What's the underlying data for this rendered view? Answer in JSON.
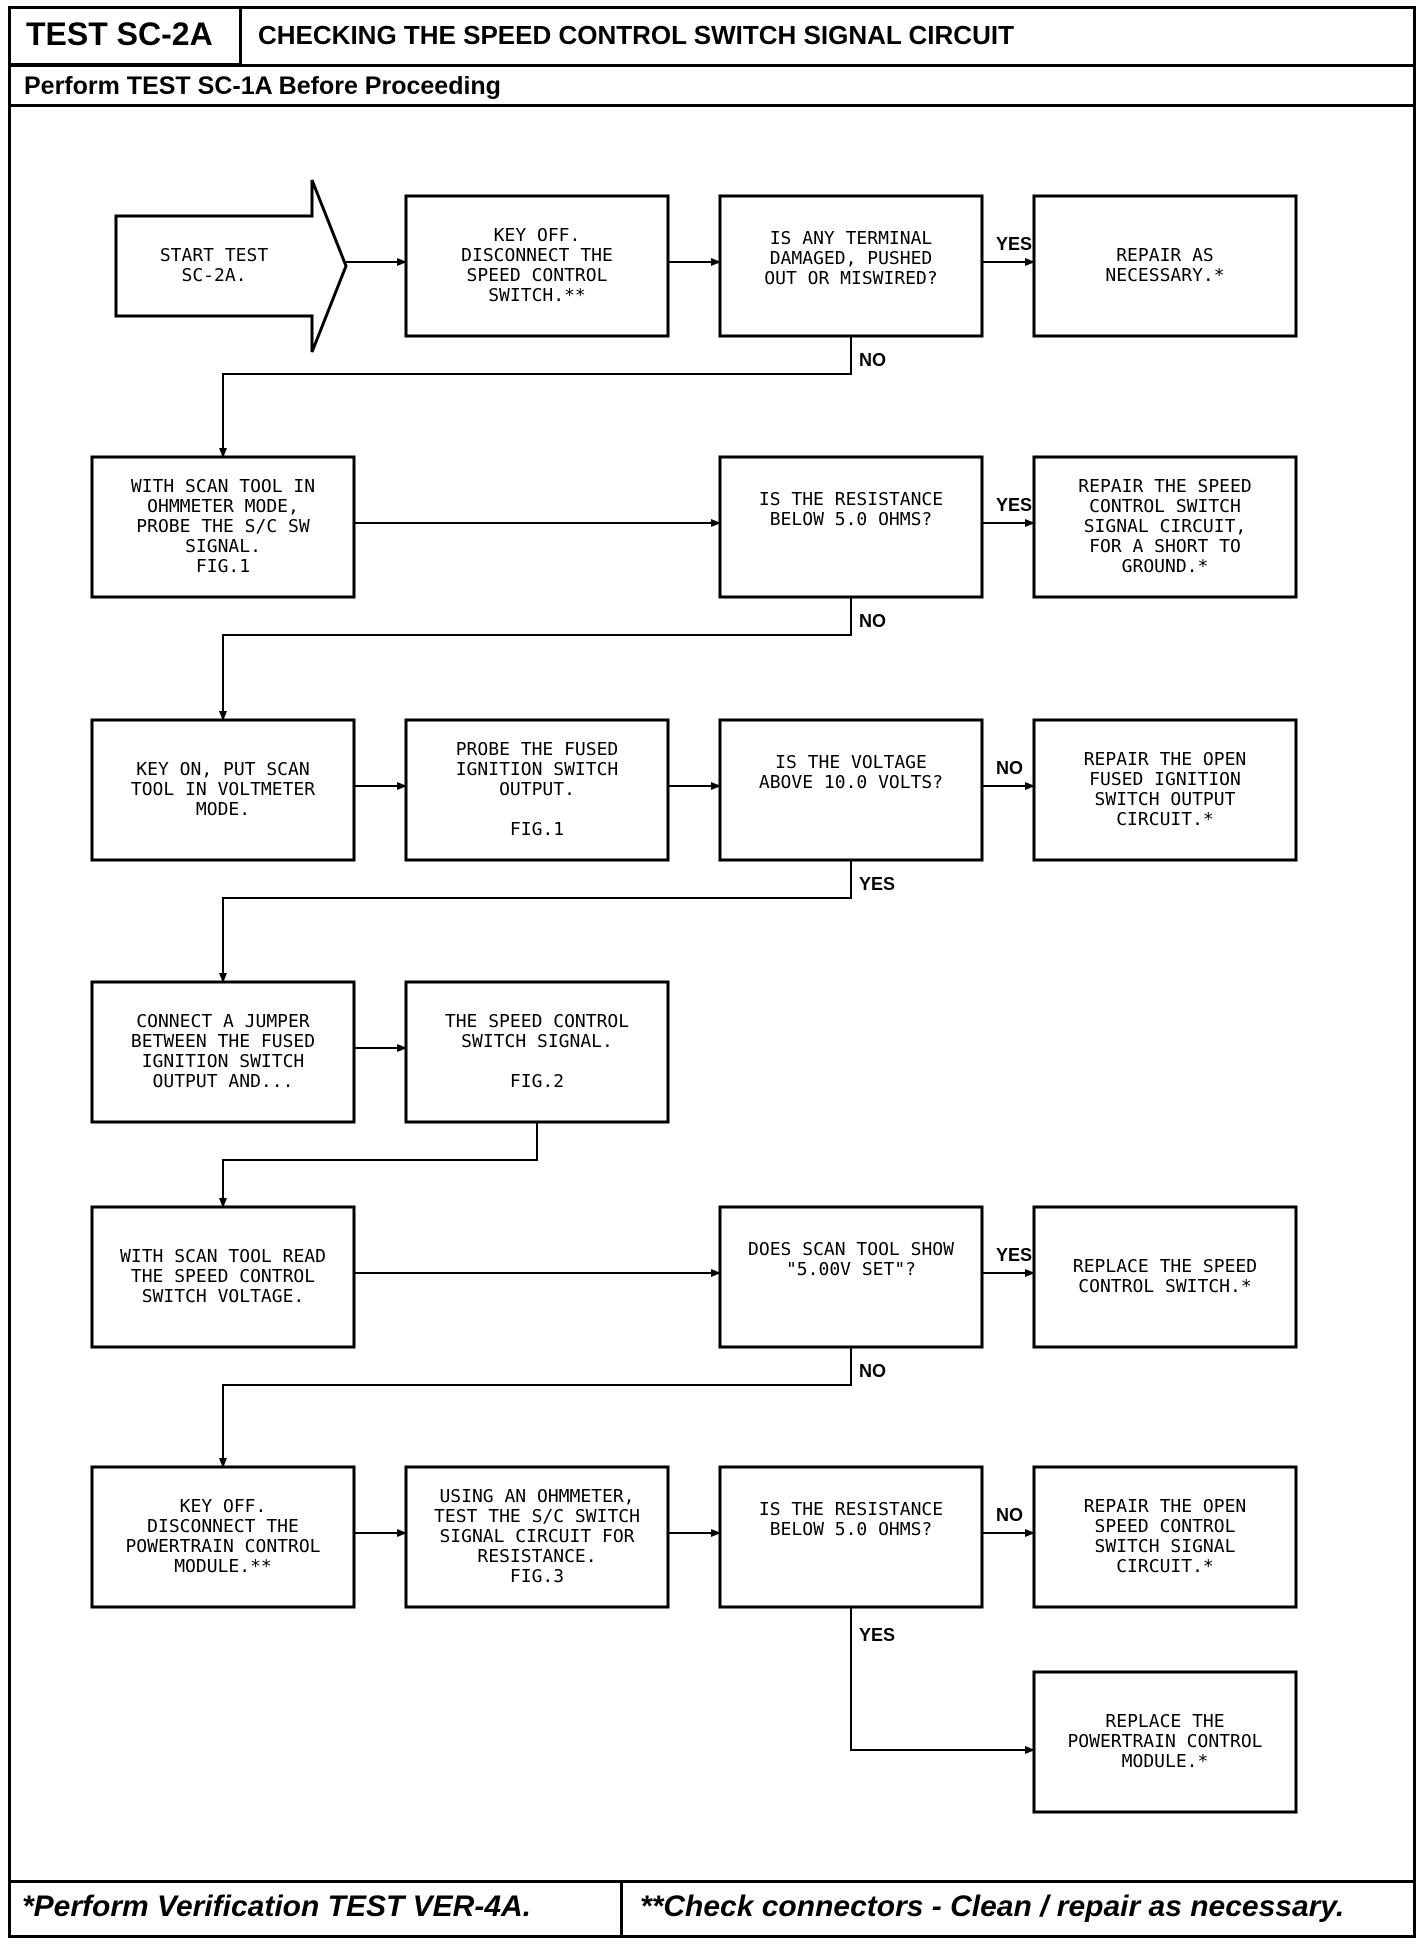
{
  "header": {
    "test_id": "TEST SC-2A",
    "title": "CHECKING THE SPEED CONTROL SWITCH SIGNAL CIRCUIT",
    "subtitle": "Perform TEST SC-1A Before Proceeding"
  },
  "footer": {
    "left_note": "*Perform Verification TEST VER-4A.",
    "right_note": "**Check connectors - Clean / repair as necessary."
  },
  "nodes": [
    {
      "id": "start",
      "shape": "arrow",
      "lines": [
        "START TEST",
        "SC-2A."
      ]
    },
    {
      "id": "key-off-1",
      "shape": "box",
      "lines": [
        "KEY OFF.",
        "DISCONNECT THE",
        "SPEED CONTROL",
        "SWITCH.**"
      ]
    },
    {
      "id": "q-terminal",
      "shape": "box",
      "lines": [
        "IS ANY TERMINAL",
        "DAMAGED, PUSHED",
        "OUT OR MISWIRED?"
      ]
    },
    {
      "id": "repair-as-necessary",
      "shape": "box",
      "lines": [
        "REPAIR AS",
        "NECESSARY.*"
      ]
    },
    {
      "id": "scan-ohm",
      "shape": "box",
      "lines": [
        "WITH SCAN TOOL IN",
        "OHMMETER MODE,",
        "PROBE THE S/C SW",
        "SIGNAL.",
        "FIG.1"
      ]
    },
    {
      "id": "q-resistance-1",
      "shape": "box",
      "lines": [
        "IS THE RESISTANCE",
        "BELOW 5.0 OHMS?"
      ]
    },
    {
      "id": "repair-short",
      "shape": "box",
      "lines": [
        "REPAIR THE SPEED",
        "CONTROL SWITCH",
        "SIGNAL CIRCUIT,",
        "FOR A SHORT TO",
        "GROUND.*"
      ]
    },
    {
      "id": "key-on",
      "shape": "box",
      "lines": [
        "KEY ON, PUT SCAN",
        "TOOL IN VOLTMETER",
        "MODE."
      ]
    },
    {
      "id": "probe-fused",
      "shape": "box",
      "lines": [
        "PROBE THE FUSED",
        "IGNITION SWITCH",
        "OUTPUT.",
        "",
        "FIG.1"
      ]
    },
    {
      "id": "q-voltage",
      "shape": "box",
      "lines": [
        "IS THE VOLTAGE",
        "ABOVE 10.0 VOLTS?"
      ]
    },
    {
      "id": "repair-open-fused",
      "shape": "box",
      "lines": [
        "REPAIR THE OPEN",
        "FUSED IGNITION",
        "SWITCH OUTPUT",
        "CIRCUIT.*"
      ]
    },
    {
      "id": "connect-jumper",
      "shape": "box",
      "lines": [
        "CONNECT A JUMPER",
        "BETWEEN THE FUSED",
        "IGNITION SWITCH",
        "OUTPUT AND..."
      ]
    },
    {
      "id": "sc-signal",
      "shape": "box",
      "lines": [
        "THE SPEED CONTROL",
        "SWITCH SIGNAL.",
        "",
        "FIG.2"
      ]
    },
    {
      "id": "scan-read",
      "shape": "box",
      "lines": [
        "WITH SCAN TOOL READ",
        "THE SPEED CONTROL",
        "SWITCH VOLTAGE."
      ]
    },
    {
      "id": "q-scan-show",
      "shape": "box",
      "lines": [
        "DOES SCAN TOOL SHOW",
        "\"5.00V SET\"?"
      ]
    },
    {
      "id": "replace-switch",
      "shape": "box",
      "lines": [
        "REPLACE THE SPEED",
        "CONTROL SWITCH.*"
      ]
    },
    {
      "id": "key-off-2",
      "shape": "box",
      "lines": [
        "KEY OFF.",
        "DISCONNECT THE",
        "POWERTRAIN CONTROL",
        "MODULE.**"
      ]
    },
    {
      "id": "ohm-test",
      "shape": "box",
      "lines": [
        "USING AN OHMMETER,",
        "TEST THE S/C SWITCH",
        "SIGNAL CIRCUIT FOR",
        "RESISTANCE.",
        "FIG.3"
      ]
    },
    {
      "id": "q-resistance-2",
      "shape": "box",
      "lines": [
        "IS THE RESISTANCE",
        "BELOW 5.0 OHMS?"
      ]
    },
    {
      "id": "repair-open-signal",
      "shape": "box",
      "lines": [
        "REPAIR THE OPEN",
        "SPEED CONTROL",
        "SWITCH SIGNAL",
        "CIRCUIT.*"
      ]
    },
    {
      "id": "replace-pcm",
      "shape": "box",
      "lines": [
        "REPLACE THE",
        "POWERTRAIN CONTROL",
        "MODULE.*"
      ]
    }
  ],
  "edges": [
    {
      "from": "start",
      "to": "key-off-1",
      "label": ""
    },
    {
      "from": "key-off-1",
      "to": "q-terminal",
      "label": ""
    },
    {
      "from": "q-terminal",
      "to": "repair-as-necessary",
      "label": "YES"
    },
    {
      "from": "q-terminal",
      "to": "scan-ohm",
      "label": "NO"
    },
    {
      "from": "scan-ohm",
      "to": "q-resistance-1",
      "label": ""
    },
    {
      "from": "q-resistance-1",
      "to": "repair-short",
      "label": "YES"
    },
    {
      "from": "q-resistance-1",
      "to": "key-on",
      "label": "NO"
    },
    {
      "from": "key-on",
      "to": "probe-fused",
      "label": ""
    },
    {
      "from": "probe-fused",
      "to": "q-voltage",
      "label": ""
    },
    {
      "from": "q-voltage",
      "to": "repair-open-fused",
      "label": "NO"
    },
    {
      "from": "q-voltage",
      "to": "connect-jumper",
      "label": "YES"
    },
    {
      "from": "connect-jumper",
      "to": "sc-signal",
      "label": ""
    },
    {
      "from": "sc-signal",
      "to": "scan-read",
      "label": ""
    },
    {
      "from": "scan-read",
      "to": "q-scan-show",
      "label": ""
    },
    {
      "from": "q-scan-show",
      "to": "replace-switch",
      "label": "YES"
    },
    {
      "from": "q-scan-show",
      "to": "key-off-2",
      "label": "NO"
    },
    {
      "from": "key-off-2",
      "to": "ohm-test",
      "label": ""
    },
    {
      "from": "ohm-test",
      "to": "q-resistance-2",
      "label": ""
    },
    {
      "from": "q-resistance-2",
      "to": "repair-open-signal",
      "label": "NO"
    },
    {
      "from": "q-resistance-2",
      "to": "replace-pcm",
      "label": "YES"
    }
  ]
}
